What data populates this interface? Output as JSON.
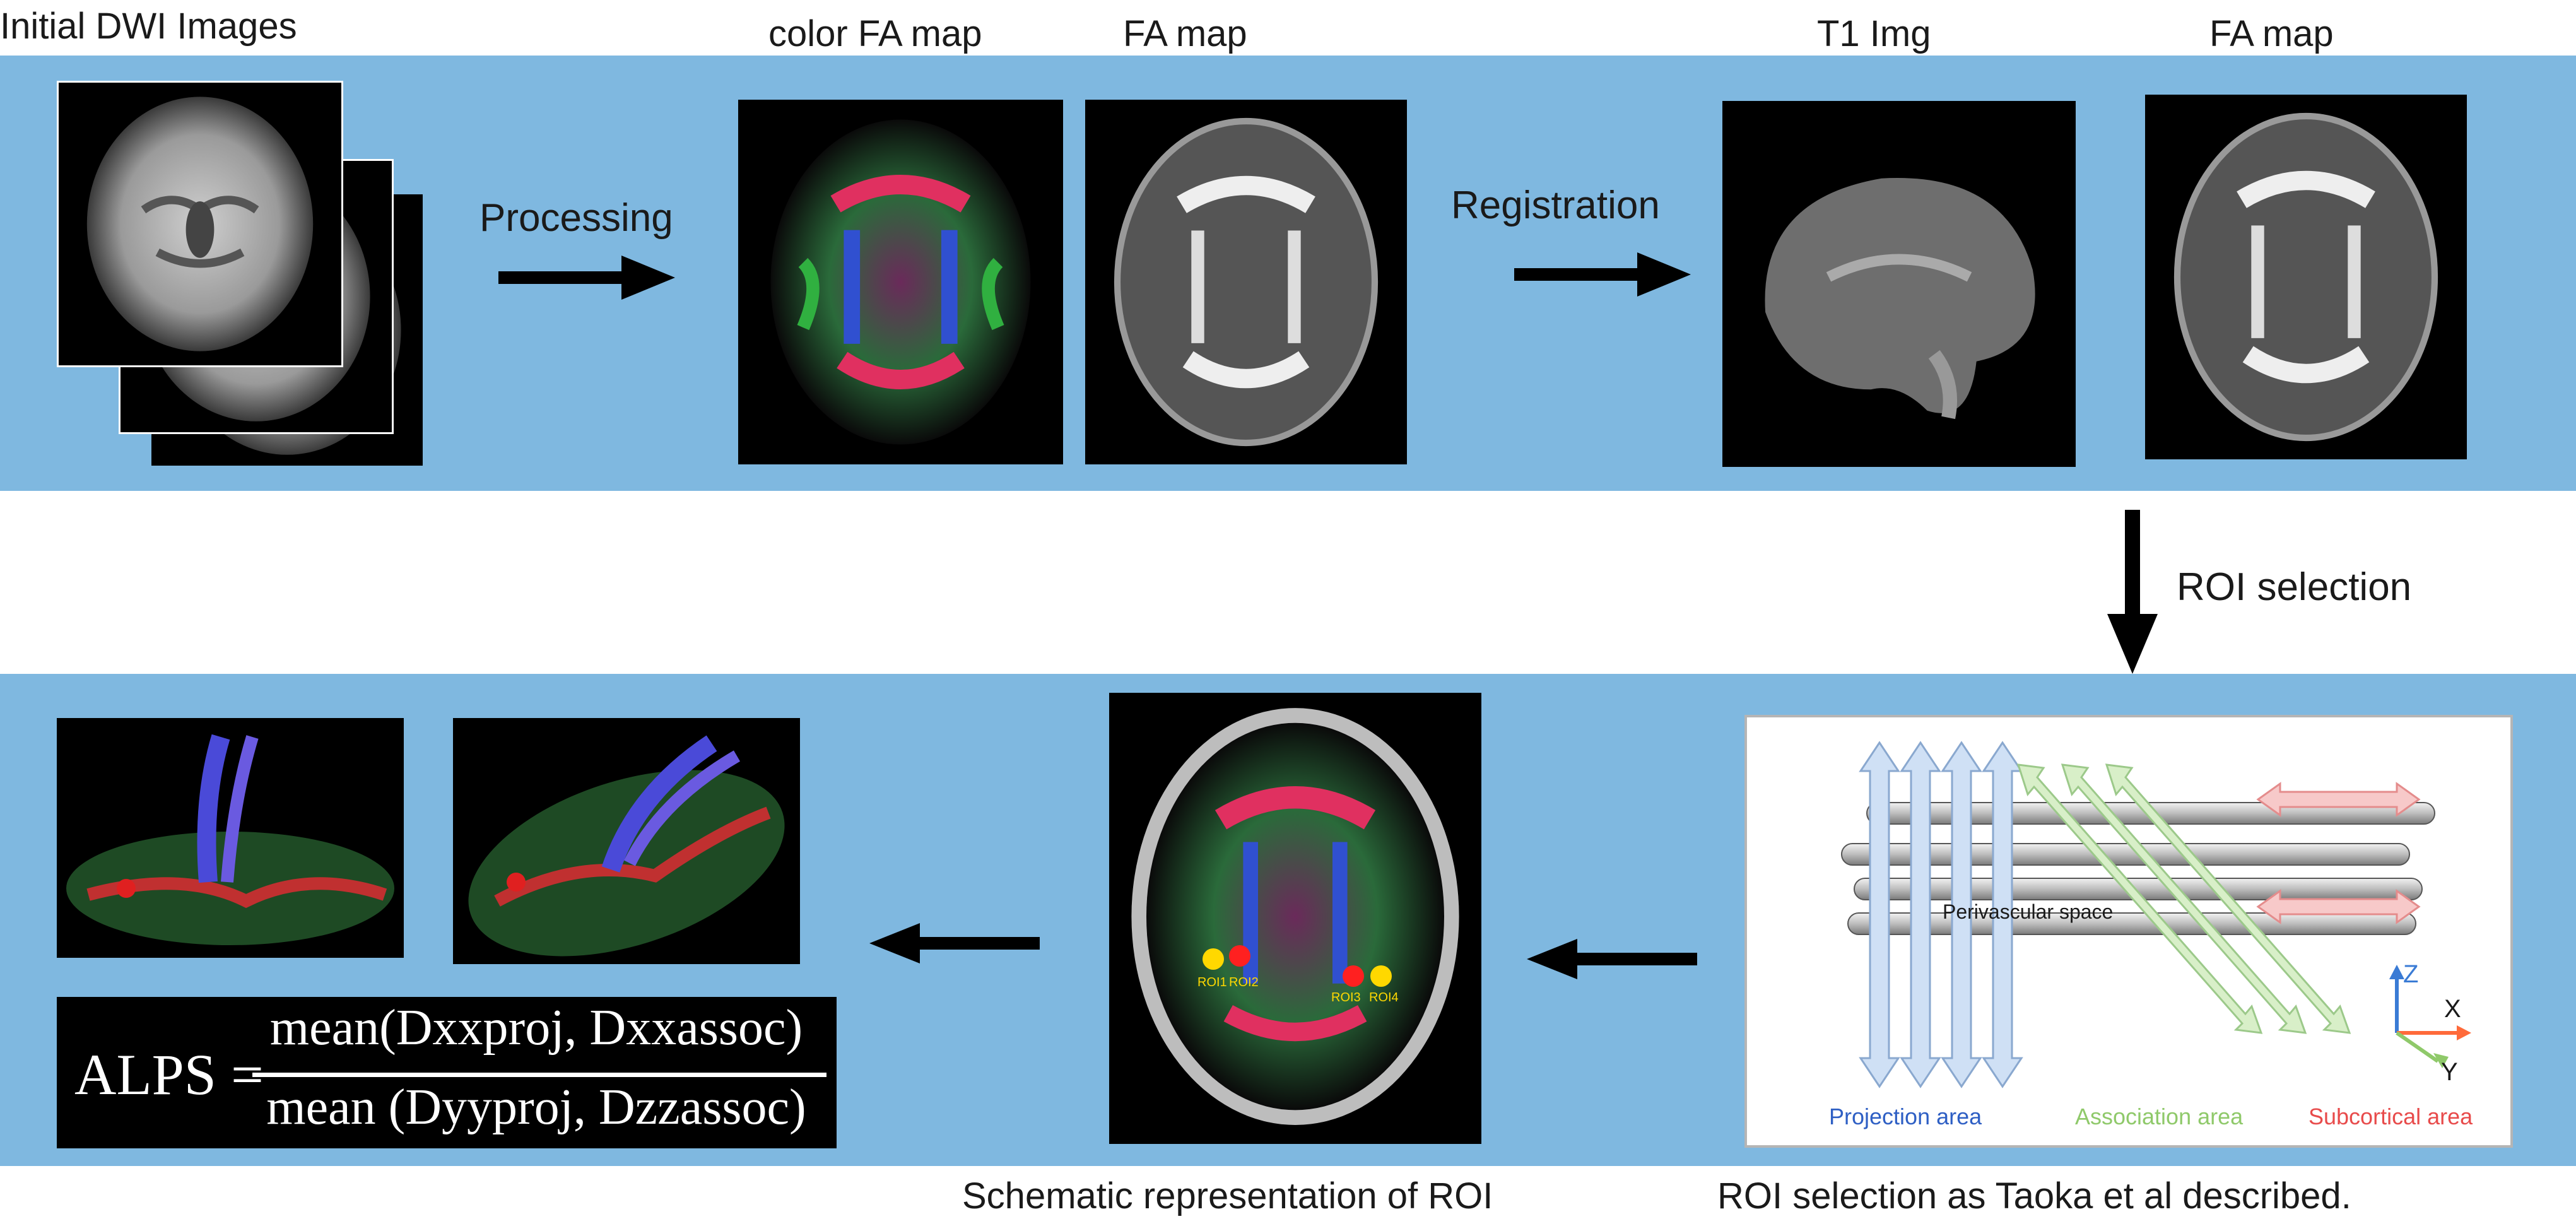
{
  "labels": {
    "initial_dwi": "Initial DWI Images",
    "color_fa": "color FA map",
    "fa_map_1": "FA map",
    "t1": "T1 Img",
    "fa_map_2": "FA map",
    "processing": "Processing",
    "registration": "Registration",
    "roi_selection": "ROI selection",
    "schematic_caption": "Schematic representation of ROI",
    "taoka_caption": "ROI selection as Taoka et al described."
  },
  "schematic": {
    "perivascular": "Perivascular space",
    "projection": "Projection area",
    "association": "Association area",
    "subcortical": "Subcortical area",
    "axis_z": "Z",
    "axis_x": "X",
    "axis_y": "Y"
  },
  "roi_markers": {
    "roi1": "ROI1",
    "roi2": "ROI2",
    "roi3": "ROI3",
    "roi4": "ROI4"
  },
  "formula": {
    "lhs": "ALPS =",
    "numerator": "mean(Dxxproj, Dxxassoc)",
    "denominator": "mean (Dyyproj, Dzzassoc)"
  },
  "colors": {
    "panel": "#7fb8e0",
    "projection": "#2e5fc4",
    "association": "#8fc96a",
    "subcortical": "#e84b4b"
  }
}
